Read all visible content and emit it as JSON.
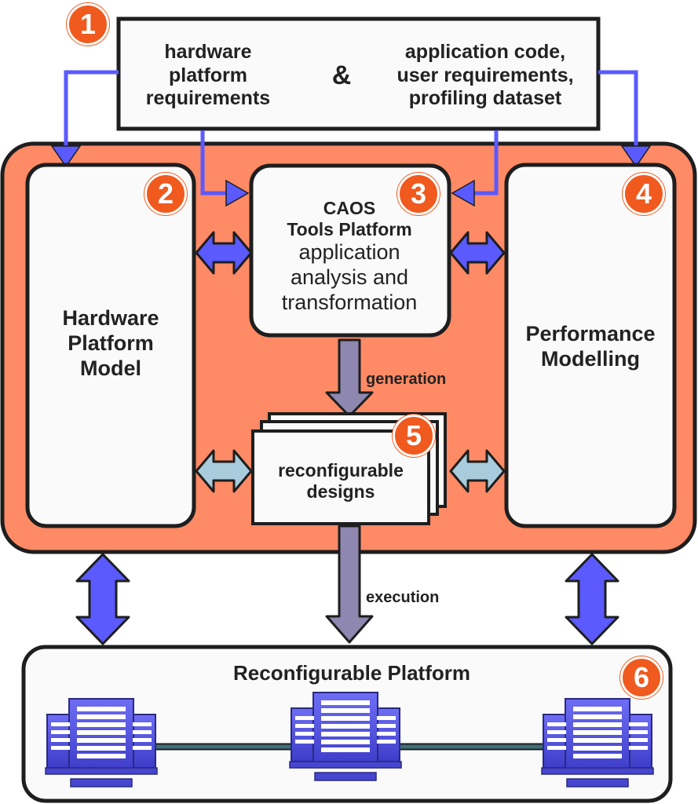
{
  "header": {
    "left_lines": [
      "hardware",
      "platform",
      "requirements"
    ],
    "amp": "&",
    "right_lines": [
      "application code,",
      "user requirements,",
      "profiling dataset"
    ]
  },
  "hardware_model": {
    "lines": [
      "Hardware",
      "Platform",
      "Model"
    ]
  },
  "caos": {
    "title_lines": [
      "CAOS",
      "Tools Platform"
    ],
    "desc_lines": [
      "application",
      "analysis and",
      "transformation"
    ]
  },
  "performance": {
    "lines": [
      "Performance",
      "Modelling"
    ]
  },
  "designs": {
    "lines": [
      "reconfigurable",
      "designs"
    ]
  },
  "labels": {
    "generation": "generation",
    "execution": "execution"
  },
  "platform": {
    "title": "Reconfigurable Platform"
  },
  "badges": [
    "1",
    "2",
    "3",
    "4",
    "5",
    "6"
  ],
  "icons": [
    "server-icon",
    "server-icon",
    "server-icon"
  ],
  "colors": {
    "orange_panel": "#ff8a66",
    "badge": "#f05a1e",
    "blue_arrow": "#5a5aff",
    "light_arrow": "#a8ccdc",
    "grey_arrow": "#8e87b0"
  }
}
